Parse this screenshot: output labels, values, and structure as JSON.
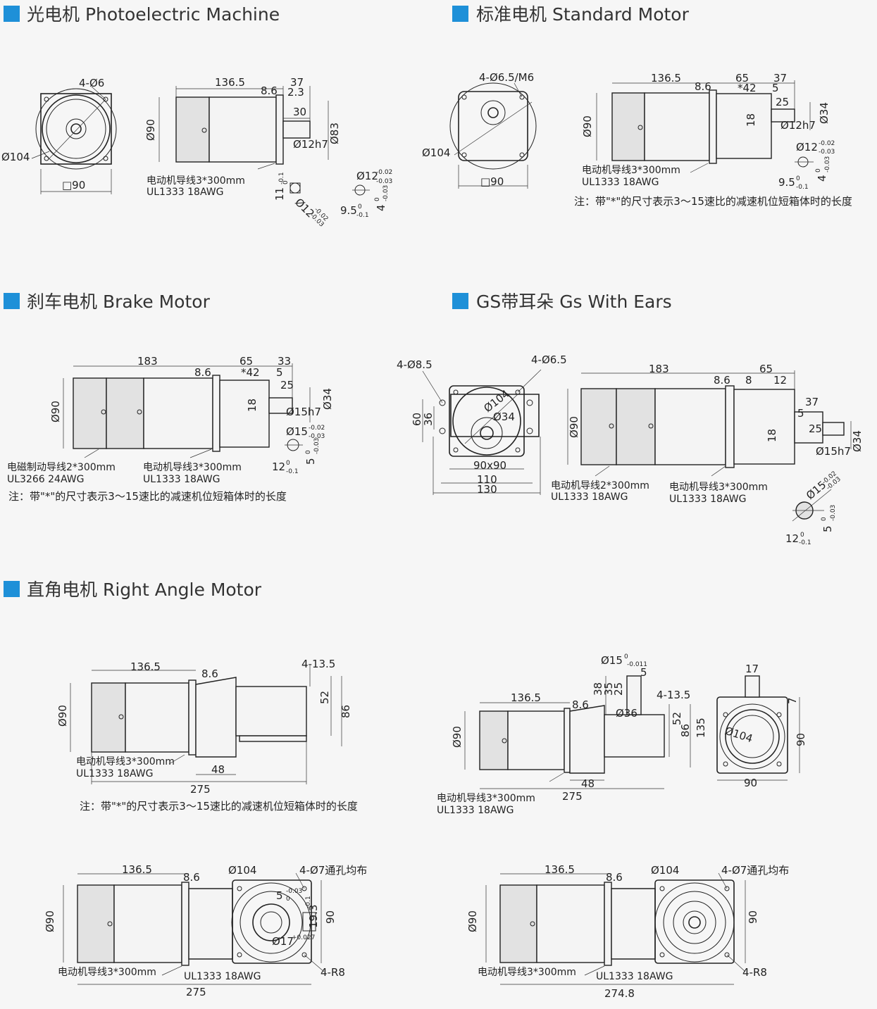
{
  "accent_color": "#1e90d8",
  "sections": {
    "photoelectric": {
      "title": "光电机 Photoelectric Machine",
      "labels": {
        "holes": "4-Ø6",
        "dia104": "Ø104",
        "sq90": "□90",
        "len1365": "136.5",
        "d86": "8.6",
        "d37": "37",
        "d23": "2.3",
        "d30": "30",
        "d90": "Ø90",
        "d83": "Ø83",
        "shaft": "Ø12h7",
        "wire1": "电动机导线3*300mm",
        "wire2": "UL1333  18AWG",
        "key11": "11",
        "tol_a": "0",
        "tol_b": "-0.1",
        "key12": "Ø12",
        "tol12a": "-0.02",
        "tol12b": "-0.03",
        "k95": "9.5",
        "tol95a": "0",
        "tol95b": "-0.1",
        "k4": "4",
        "tol4a": "0",
        "tol4b": "-0.03"
      }
    },
    "standard": {
      "title": "标准电机 Standard Motor",
      "labels": {
        "holes": "4-Ø6.5/M6",
        "dia104": "Ø104",
        "sq90": "□90",
        "len1365": "136.5",
        "d86": "8.6",
        "d65": "65",
        "d42": "*42",
        "d37": "37",
        "d5": "5",
        "d25": "25",
        "d18": "18",
        "d34": "Ø34",
        "d90": "Ø90",
        "shaft": "Ø12h7",
        "key12": "Ø12",
        "tol12a": "-0.02",
        "tol12b": "-0.03",
        "wire1": "电动机导线3*300mm",
        "wire2": "UL1333  18AWG",
        "k95": "9.5",
        "tol95a": "0",
        "tol95b": "-0.1",
        "k4": "4",
        "tol4a": "0",
        "tol4b": "-0.03",
        "note": "注：带\"*\"的尺寸表示3～15速比的减速机位短箱体时的长度"
      }
    },
    "brake": {
      "title": "刹车电机 Brake Motor",
      "labels": {
        "len183": "183",
        "d86": "8.6",
        "d65": "65",
        "d42": "*42",
        "d33": "33",
        "d5": "5",
        "d25": "25",
        "d18": "18",
        "d34": "Ø34",
        "d90": "Ø90",
        "shaft": "Ø15h7",
        "key15": "Ø15",
        "tol15a": "-0.02",
        "tol15b": "-0.03",
        "k5": "5",
        "tol5a": "0",
        "tol5b": "-0.03",
        "k12": "12",
        "tol12a": "0",
        "tol12b": "-0.1",
        "wireA1": "电磁制动导线2*300mm",
        "wireA2": "UL3266  24AWG",
        "wireB1": "电动机导线3*300mm",
        "wireB2": "UL1333  18AWG",
        "note": "注：带\"*\"的尺寸表示3～15速比的减速机位短箱体时的长度"
      }
    },
    "ears": {
      "title": "GS带耳朵 Gs With Ears",
      "labels": {
        "holes85": "4-Ø8.5",
        "holes65": "4-Ø6.5",
        "d104": "Ø104",
        "d34": "Ø34",
        "d60": "60",
        "d36": "36",
        "sq9090": "90x90",
        "d110": "110",
        "d130": "130",
        "len183": "183",
        "d86": "8.6",
        "d8": "8",
        "d65": "65",
        "d12": "12",
        "d37": "37",
        "d5": "5",
        "d25": "25",
        "d18": "18",
        "d90": "Ø90",
        "shaft": "Ø15h7",
        "dshaft34": "Ø34",
        "key15": "Ø15",
        "tol15a": "-0.02",
        "tol15b": "-0.03",
        "k5": "5",
        "tol5a": "0",
        "tol5b": "-0.03",
        "k12": "12",
        "tol12a": "0",
        "tol12b": "-0.1",
        "wireA1": "电动机导线2*300mm",
        "wireA2": "UL1333  18AWG",
        "wireB1": "电动机导线3*300mm",
        "wireB2": "UL1333  18AWG"
      }
    },
    "right_angle": {
      "title": "直角电机 Right Angle Motor",
      "a": {
        "len1365": "136.5",
        "d86": "8.6",
        "holes": "4-13.5",
        "d52": "52",
        "d86b": "86",
        "d90": "Ø90",
        "d48": "48",
        "d275": "275",
        "wire1": "电动机导线3*300mm",
        "wire2": "UL1333  18AWG",
        "note": "注：带\"*\"的尺寸表示3～15速比的减速机位短箱体时的长度"
      },
      "b": {
        "d15": "Ø15",
        "tol15a": "0",
        "tol15b": "-0.011",
        "d5": "5",
        "d38": "38",
        "d35": "35",
        "d25": "25",
        "d36": "Ø36",
        "len1365": "136.5",
        "d86": "8.6",
        "holes": "4-13.5",
        "d52": "52",
        "d86b": "86",
        "d135": "135",
        "d90": "Ø90",
        "d48": "48",
        "d275": "275",
        "d17": "17",
        "d7": "7",
        "d104": "Ø104",
        "d90b": "90",
        "d90c": "90",
        "wire1": "电动机导线3*300mm",
        "wire2": "UL1333  18AWG"
      },
      "c": {
        "len1365": "136.5",
        "d86": "8.6",
        "d104": "Ø104",
        "holes": "4-Ø7通孔均布",
        "k5": "5",
        "tol5a": "-0.03",
        "tol5b": "0",
        "k193": "19.3",
        "tol193": "-0.1",
        "k17": "Ø17",
        "tol17": "+0.027",
        "d90": "90",
        "r8": "4-R8",
        "d90d": "Ø90",
        "d275": "275",
        "wire1": "电动机导线3*300mm",
        "wire2": "UL1333  18AWG"
      },
      "d": {
        "len1365": "136.5",
        "d86": "8.6",
        "d104": "Ø104",
        "holes": "4-Ø7通孔均布",
        "d90": "90",
        "r8": "4-R8",
        "d90d": "Ø90",
        "d2748": "274.8",
        "wire1": "电动机导线3*300mm",
        "wire2": "UL1333  18AWG"
      }
    }
  }
}
